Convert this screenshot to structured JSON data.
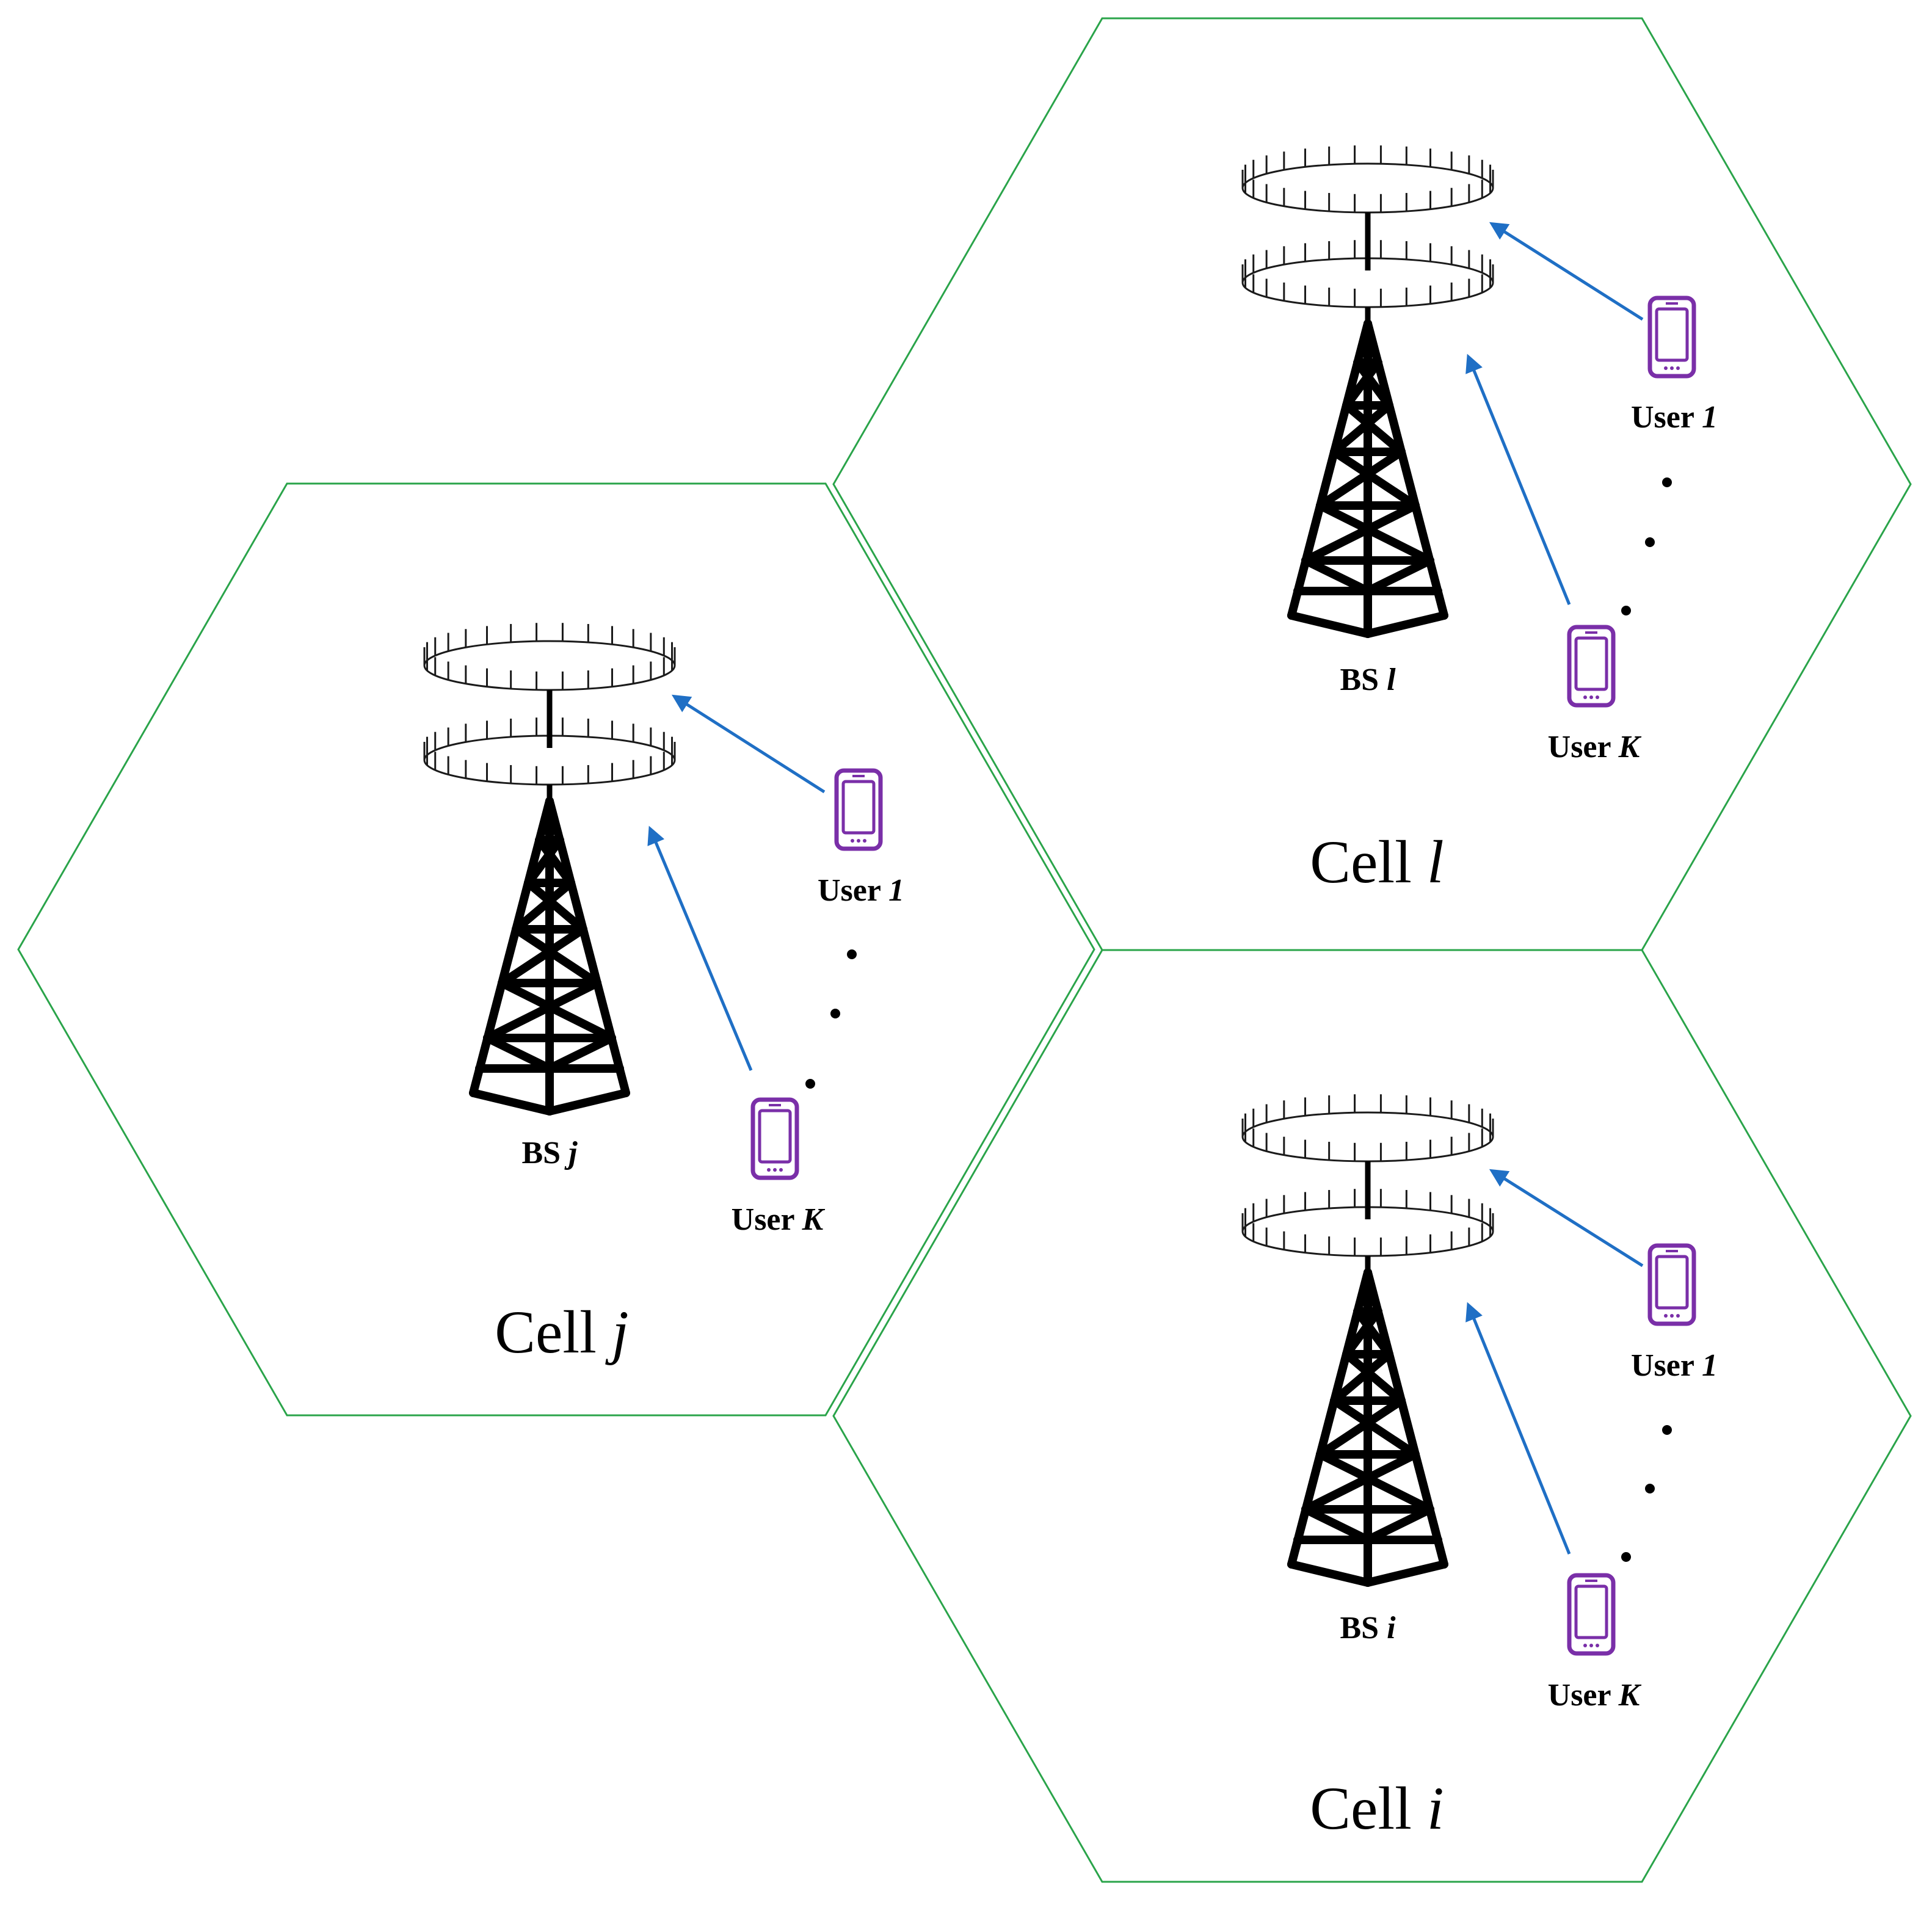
{
  "colors": {
    "hexagon_border": "#2aa44a",
    "link_arrow": "#1f6fc5",
    "user_device": "#7a2fa8",
    "tower": "#000000"
  },
  "cells": [
    {
      "id": "j",
      "bs_prefix": "BS",
      "bs_index": "j",
      "cell_prefix": "Cell",
      "cell_index": "j",
      "users": [
        {
          "prefix": "User",
          "index": "1"
        },
        {
          "prefix": "User",
          "index": "K"
        }
      ]
    },
    {
      "id": "l",
      "bs_prefix": "BS",
      "bs_index": "l",
      "cell_prefix": "Cell",
      "cell_index": "l",
      "users": [
        {
          "prefix": "User",
          "index": "1"
        },
        {
          "prefix": "User",
          "index": "K"
        }
      ]
    },
    {
      "id": "i",
      "bs_prefix": "BS",
      "bs_index": "i",
      "cell_prefix": "Cell",
      "cell_index": "i",
      "users": [
        {
          "prefix": "User",
          "index": "1"
        },
        {
          "prefix": "User",
          "index": "K"
        }
      ]
    }
  ],
  "icons": {
    "base_station": "cell-tower-icon",
    "antenna_array": "circular-antenna-array-icon",
    "user": "smartphone-icon"
  }
}
